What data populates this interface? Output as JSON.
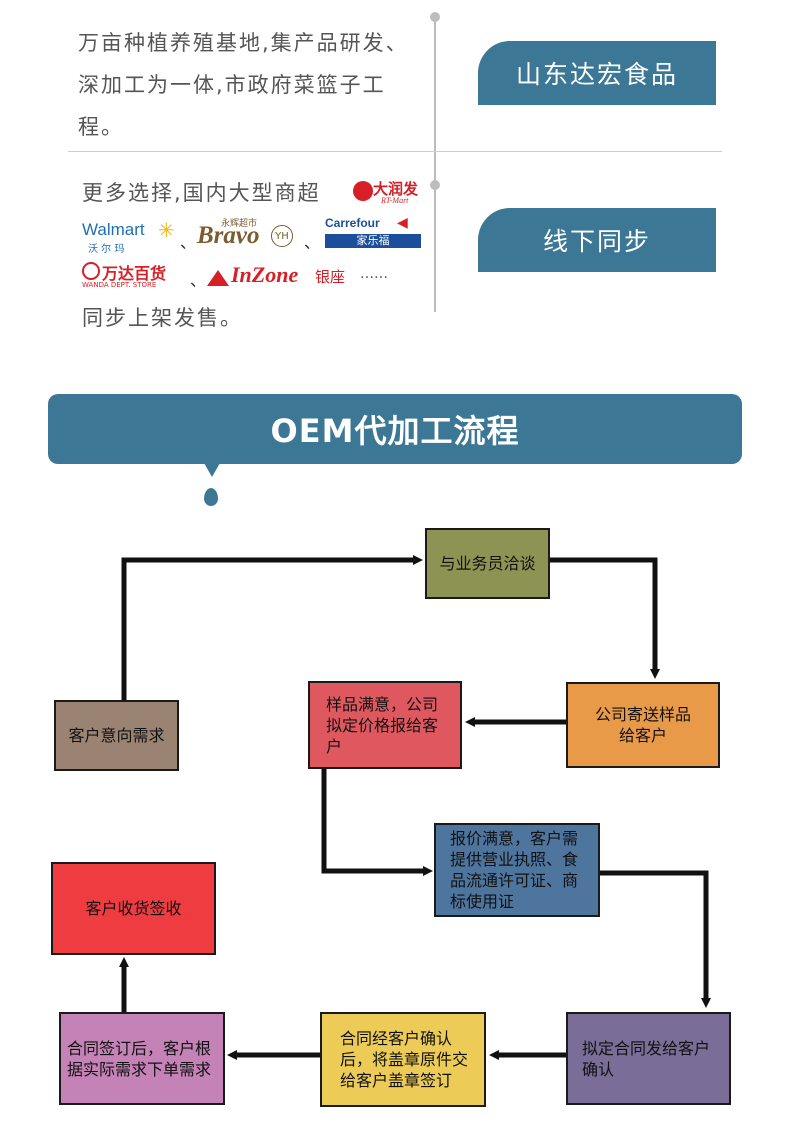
{
  "top": {
    "row1_text": "万亩种植养殖基地,集产品研发、深加工为一体,市政府菜篮子工程。",
    "row1_tag": "山东达宏食品",
    "row2_lead": "更多选择,国内大型商超",
    "row2_tail": "同步上架发售。",
    "row2_tag": "线下同步",
    "separator_1": "、",
    "separator_2": "、",
    "separator_3": "、",
    "ellipsis": "……"
  },
  "logos": {
    "rtmart_cn": "大润发",
    "rtmart_en": "RT-Mart",
    "walmart_en": "Walmart",
    "walmart_cn": "沃 尔 玛",
    "bravo_cn": "永辉超市",
    "bravo_en": "Bravo",
    "yh": "YH",
    "carrefour_en": "Carrefour",
    "carrefour_cn": "家乐福",
    "wanda_cn": "万达百货",
    "wanda_en": "WANDA DEPT. STORE",
    "inzone_en": "InZone",
    "inzone_cn": "银座"
  },
  "oem": {
    "title": "OEM代加工流程"
  },
  "flow": {
    "step_talk": "与业务员洽谈",
    "step_demand": "客户意向需求",
    "step_sample_send": "公司寄送样品给客户",
    "step_sample_ok": "样品满意，公司拟定价格报给客户",
    "step_quote_ok": "报价满意，客户需提供营业执照、食品流通许可证、商标使用证",
    "step_contract_send": "拟定合同发给客户确认",
    "step_contract_confirm": "合同经客户确认后，将盖章原件交给客户盖章签订",
    "step_order": "合同签订后，客户根据实际需求下单需求",
    "step_receive": "客户收货签收"
  },
  "colors": {
    "accent": "#3c7895",
    "talk": "#8d9353",
    "demand": "#9b8373",
    "sample_send": "#e99a49",
    "sample_ok": "#e0585f",
    "quote_ok": "#4e759e",
    "contract_send": "#7a6d97",
    "contract_confirm": "#eccb57",
    "order": "#c482b6",
    "receive": "#ef3c40"
  }
}
